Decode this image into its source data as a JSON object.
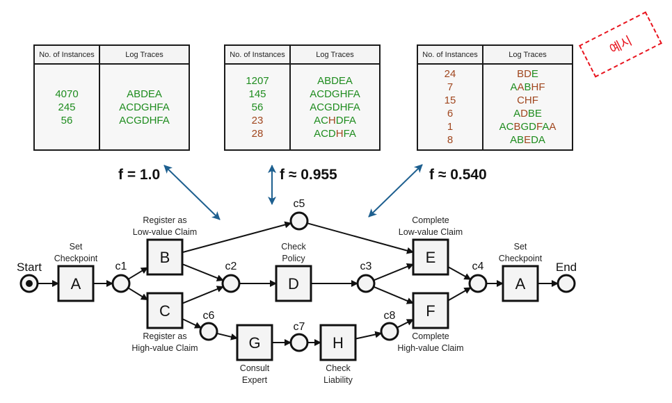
{
  "tables": [
    {
      "header": {
        "instances": "No. of Instances",
        "traces": "Log Traces"
      },
      "rows": [
        {
          "count": "4070",
          "count_color": "green",
          "trace": [
            [
              "ABDEA",
              "green"
            ]
          ]
        },
        {
          "count": "245",
          "count_color": "green",
          "trace": [
            [
              "ACDGHFA",
              "green"
            ]
          ]
        },
        {
          "count": "56",
          "count_color": "green",
          "trace": [
            [
              "ACGDHFA",
              "green"
            ]
          ]
        }
      ],
      "fitness_label": "f = 1.0"
    },
    {
      "header": {
        "instances": "No. of Instances",
        "traces": "Log Traces"
      },
      "rows": [
        {
          "count": "1207",
          "count_color": "green",
          "trace": [
            [
              "ABDEA",
              "green"
            ]
          ]
        },
        {
          "count": "145",
          "count_color": "green",
          "trace": [
            [
              "ACDGHFA",
              "green"
            ]
          ]
        },
        {
          "count": "56",
          "count_color": "green",
          "trace": [
            [
              "ACGDHFA",
              "green"
            ]
          ]
        },
        {
          "count": "23",
          "count_color": "brown",
          "trace": [
            [
              "AC",
              "green"
            ],
            [
              "H",
              "brown"
            ],
            [
              "DFA",
              "green"
            ]
          ]
        },
        {
          "count": "28",
          "count_color": "brown",
          "trace": [
            [
              "ACD",
              "green"
            ],
            [
              "H",
              "brown"
            ],
            [
              "FA",
              "green"
            ]
          ]
        }
      ],
      "fitness_label": "f ≈ 0.955"
    },
    {
      "header": {
        "instances": "No. of Instances",
        "traces": "Log Traces"
      },
      "rows": [
        {
          "count": "24",
          "count_color": "brown",
          "trace": [
            [
              "BD",
              "brown"
            ],
            [
              "E",
              "green"
            ]
          ]
        },
        {
          "count": "7",
          "count_color": "brown",
          "trace": [
            [
              "A",
              "green"
            ],
            [
              "A",
              "brown"
            ],
            [
              "B",
              "green"
            ],
            [
              "HF",
              "brown"
            ]
          ]
        },
        {
          "count": "15",
          "count_color": "brown",
          "trace": [
            [
              "CHF",
              "brown"
            ]
          ]
        },
        {
          "count": "6",
          "count_color": "brown",
          "trace": [
            [
              "A",
              "green"
            ],
            [
              "D",
              "brown"
            ],
            [
              "BE",
              "green"
            ]
          ]
        },
        {
          "count": "1",
          "count_color": "brown",
          "trace": [
            [
              "AC",
              "green"
            ],
            [
              "B",
              "brown"
            ],
            [
              "GD",
              "green"
            ],
            [
              "F",
              "brown"
            ],
            [
              "A",
              "green"
            ],
            [
              "A",
              "brown"
            ]
          ]
        },
        {
          "count": "8",
          "count_color": "brown",
          "trace": [
            [
              "AB",
              "green"
            ],
            [
              "E",
              "brown"
            ],
            [
              "DA",
              "green"
            ]
          ]
        }
      ],
      "fitness_label": "f ≈ 0.540"
    }
  ],
  "stamp": "예시",
  "colors": {
    "green": "#1e8c1e",
    "brown": "#a0461e",
    "arrow_blue": "#1d5f8f",
    "stamp_red": "#e8141e"
  },
  "petri_net": {
    "start_label": "Start",
    "end_label": "End",
    "transitions": [
      {
        "id": "A1",
        "letter": "A",
        "caption": [
          "Set",
          "Checkpoint"
        ]
      },
      {
        "id": "B",
        "letter": "B",
        "caption": [
          "Register as",
          "Low-value Claim"
        ]
      },
      {
        "id": "C",
        "letter": "C",
        "caption": [
          "Register as",
          "High-value Claim"
        ]
      },
      {
        "id": "D",
        "letter": "D",
        "caption": [
          "Check",
          "Policy"
        ]
      },
      {
        "id": "G",
        "letter": "G",
        "caption": [
          "Consult",
          "Expert"
        ]
      },
      {
        "id": "H",
        "letter": "H",
        "caption": [
          "Check",
          "Liability"
        ]
      },
      {
        "id": "E",
        "letter": "E",
        "caption": [
          "Complete",
          "Low-value Claim"
        ]
      },
      {
        "id": "F",
        "letter": "F",
        "caption": [
          "Complete",
          "High-value Claim"
        ]
      },
      {
        "id": "A2",
        "letter": "A",
        "caption": [
          "Set",
          "Checkpoint"
        ]
      }
    ],
    "places": [
      "c1",
      "c2",
      "c3",
      "c4",
      "c5",
      "c6",
      "c7",
      "c8"
    ]
  }
}
